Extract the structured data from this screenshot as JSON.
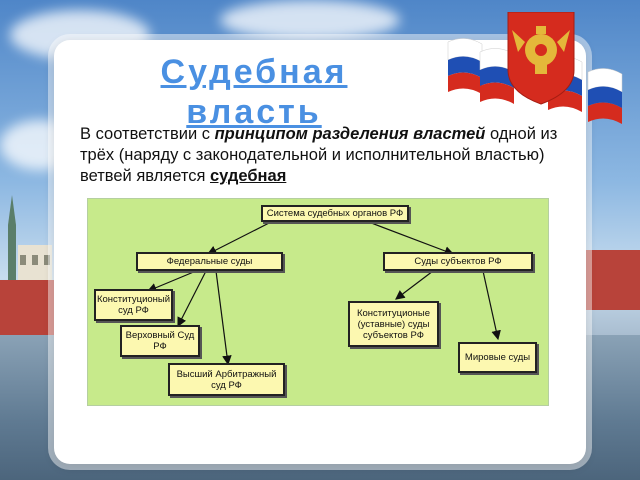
{
  "slide": {
    "title": "Судебная власть",
    "paragraph": {
      "part1": "В соответствии с ",
      "emph": "принципом разделения властей",
      "part2": " одной из трёх (наряду с законодательной и исполнительной властью) ветвей является ",
      "strong": "судебная"
    }
  },
  "diagram": {
    "root": "Система судебных органов РФ",
    "federal": "Федеральные суды",
    "subjects": "Суды субъектов РФ",
    "constitutional": "Конституционый суд РФ",
    "supreme": "Верховный Суд РФ",
    "arbitration": "Высший Арбитражный суд РФ",
    "subject_constitutional": "Конституционые (уставные) суды субъектов РФ",
    "magistrates": "Мировые суды"
  },
  "colors": {
    "title": "#4a90e2",
    "diagram_bg": "#c7ea8b",
    "box_bg": "#fcf8b0",
    "flag_white": "#ffffff",
    "flag_blue": "#1f4fb4",
    "flag_red": "#d52b1e"
  }
}
